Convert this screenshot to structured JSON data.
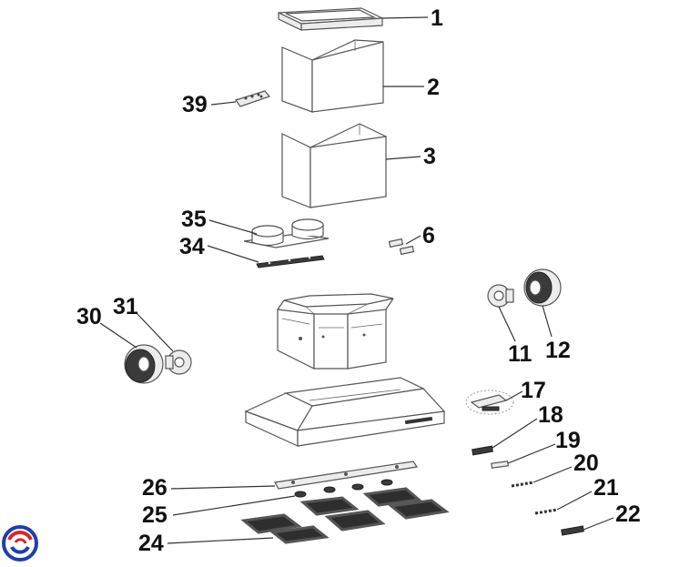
{
  "diagram": {
    "parts": [
      {
        "id": "frame",
        "number": "1"
      },
      {
        "id": "upper-chimney",
        "number": "2"
      },
      {
        "id": "lower-chimney",
        "number": "3"
      },
      {
        "id": "connectors",
        "number": "6"
      },
      {
        "id": "motor-right",
        "number": "11"
      },
      {
        "id": "fan-wheel-right",
        "number": "12"
      },
      {
        "id": "switch-board",
        "number": "17"
      },
      {
        "id": "part-18",
        "number": "18"
      },
      {
        "id": "part-19",
        "number": "19"
      },
      {
        "id": "part-20",
        "number": "20"
      },
      {
        "id": "part-21",
        "number": "21"
      },
      {
        "id": "part-22",
        "number": "22"
      },
      {
        "id": "filters",
        "number": "24"
      },
      {
        "id": "lights",
        "number": "25"
      },
      {
        "id": "light-bar",
        "number": "26"
      },
      {
        "id": "fan-wheel-left",
        "number": "30"
      },
      {
        "id": "motor-left",
        "number": "31"
      },
      {
        "id": "mounting-bracket",
        "number": "34"
      },
      {
        "id": "duct-collars",
        "number": "35"
      },
      {
        "id": "remote-control",
        "number": "39"
      }
    ]
  },
  "logo": {
    "icon": "swirl-logo-icon",
    "colors": {
      "blue": "#1f3fa8",
      "red": "#d42a2a"
    }
  }
}
